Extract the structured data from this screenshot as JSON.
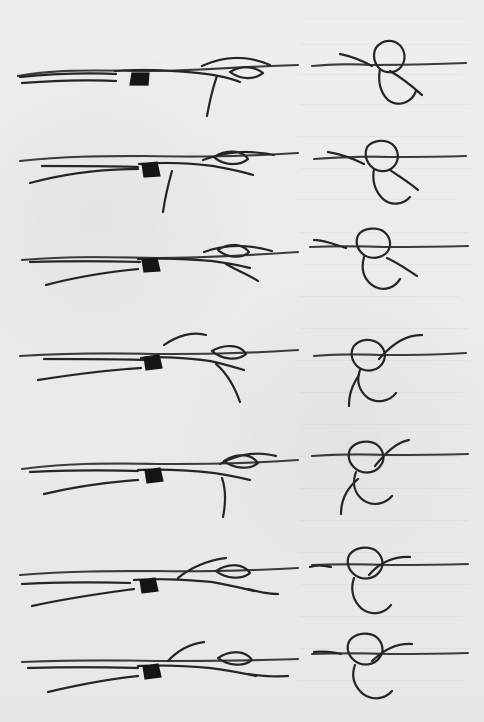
{
  "figure": {
    "rows": [
      {
        "id": "1"
      },
      {
        "id": "2"
      },
      {
        "id": "3"
      },
      {
        "id": "4"
      },
      {
        "id": "5"
      },
      {
        "id": "6"
      },
      {
        "id": "7"
      }
    ]
  }
}
